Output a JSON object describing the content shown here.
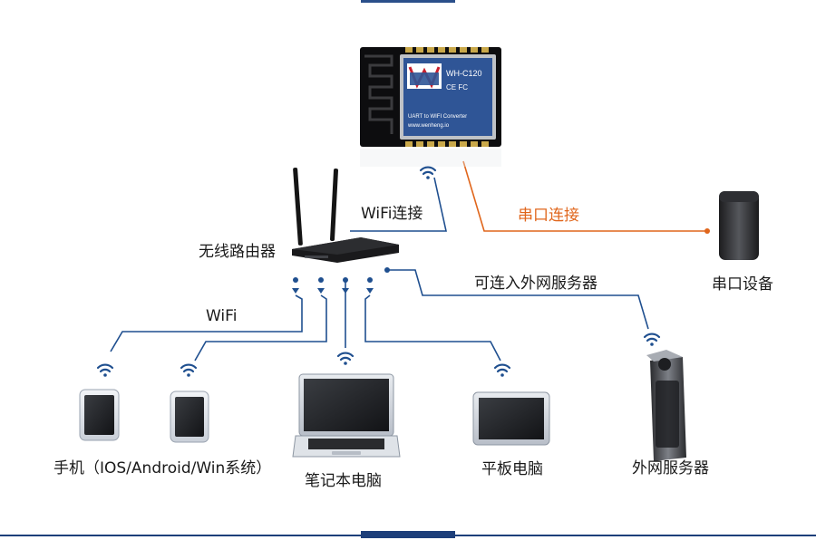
{
  "module": {
    "model": "WH-C120",
    "subtitle": "UART to WIFI Converter",
    "website": "www.wenheng.io",
    "brand": "wenheng"
  },
  "labels": {
    "wifi_connect": "WiFi连接",
    "serial_connect": "串口连接",
    "router": "无线路由器",
    "serial_device": "串口设备",
    "external_access": "可连入外网服务器",
    "wifi": "WiFi",
    "phones": "手机（IOS/Android/Win系统）",
    "laptop": "笔记本电脑",
    "tablet": "平板电脑",
    "external_server": "外网服务器"
  },
  "colors": {
    "line_blue": "#1f4f8f",
    "line_orange": "#e0661c",
    "module_blue": "#2f5596",
    "accent": "#1d3f7a"
  }
}
